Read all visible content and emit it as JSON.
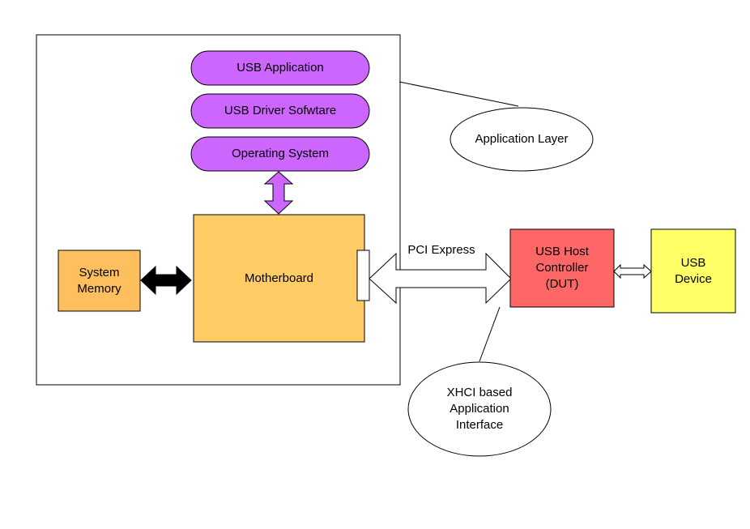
{
  "layers": {
    "usb_application": "USB Application",
    "usb_driver": "USB Driver Sofwtare",
    "operating_system": "Operating System"
  },
  "blocks": {
    "motherboard": "Motherboard",
    "system_memory": "System\nMemory",
    "host_controller": "USB Host\nController\n(DUT)",
    "usb_device": "USB\nDevice"
  },
  "links": {
    "pci_express": "PCI Express"
  },
  "callouts": {
    "application_layer": "Application Layer",
    "xhci_interface": "XHCI based\nApplication\nInterface"
  },
  "colors": {
    "layer_fill": "#cc66ff",
    "motherboard_fill": "#ffcc66",
    "memory_fill": "#ffbf5f",
    "host_controller_fill": "#ff6666",
    "usb_device_fill": "#ffff66",
    "line": "#000000"
  }
}
